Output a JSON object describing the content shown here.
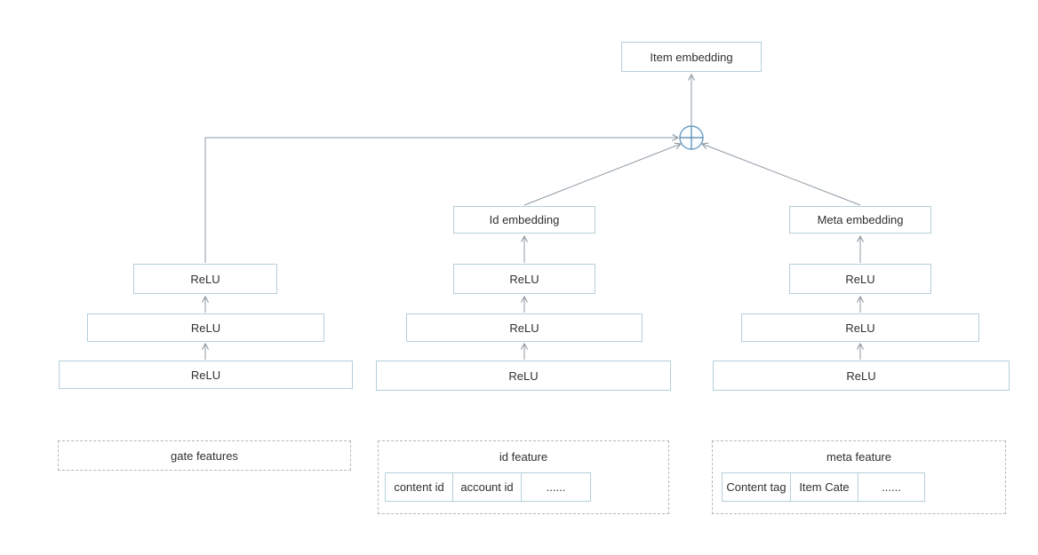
{
  "colors": {
    "background": "#ffffff",
    "node_border": "#b6cfda",
    "dashed_border": "#b2b9bd",
    "connector_line": "#8e99a2",
    "plus_circle_stroke": "#6b9cc3",
    "plus_sign": "#4d86b0",
    "text": "#303030"
  },
  "icons": {
    "combine_operator": "plus-circle"
  },
  "top": {
    "item_embedding": "Item embedding"
  },
  "branches": {
    "id": {
      "embedding": "Id embedding"
    },
    "meta": {
      "embedding": "Meta embedding"
    }
  },
  "towers": {
    "gate": {
      "relu": [
        "ReLU",
        "ReLU",
        "ReLU"
      ]
    },
    "id": {
      "relu": [
        "ReLU",
        "ReLU",
        "ReLU"
      ]
    },
    "meta": {
      "relu": [
        "ReLU",
        "ReLU",
        "ReLU"
      ]
    }
  },
  "features": {
    "gate": {
      "label": "gate features",
      "cells": []
    },
    "id": {
      "label": "id feature",
      "cells": [
        "content id",
        "account id",
        "......"
      ]
    },
    "meta": {
      "label": "meta feature",
      "cells": [
        "Content tag",
        "Item Cate",
        "......"
      ]
    }
  }
}
